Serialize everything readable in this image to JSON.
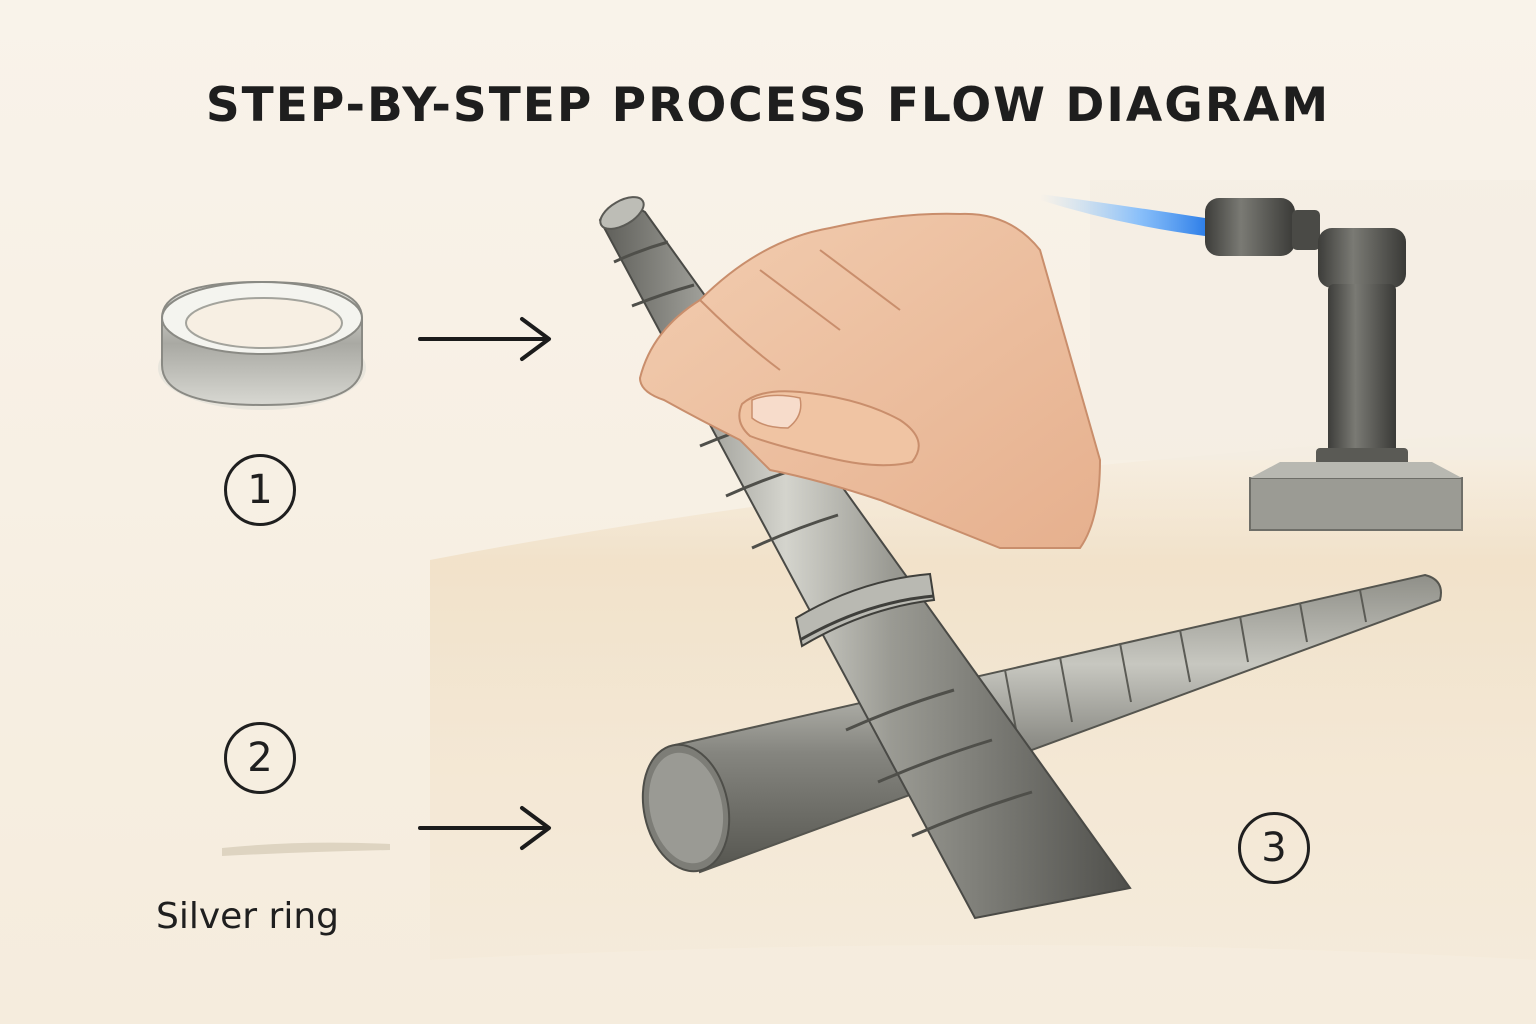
{
  "title": "STEP-BY-STEP PROCESS FLOW DIAGRAM",
  "steps": [
    {
      "number": "1"
    },
    {
      "number": "2"
    },
    {
      "number": "3"
    }
  ],
  "caption": "Silver ring",
  "colors": {
    "background": "#f7f0e4",
    "table": "#ecd7b7",
    "metal": "#8d8d87",
    "metal_dark": "#5c5c58",
    "skin": "#efc3a2",
    "flame": "#4aa0ff",
    "ink": "#1e1e1e"
  },
  "icons": [
    "ring-icon",
    "arrow-right-icon",
    "ring-mandrel-icon",
    "hand-icon",
    "torch-icon"
  ]
}
